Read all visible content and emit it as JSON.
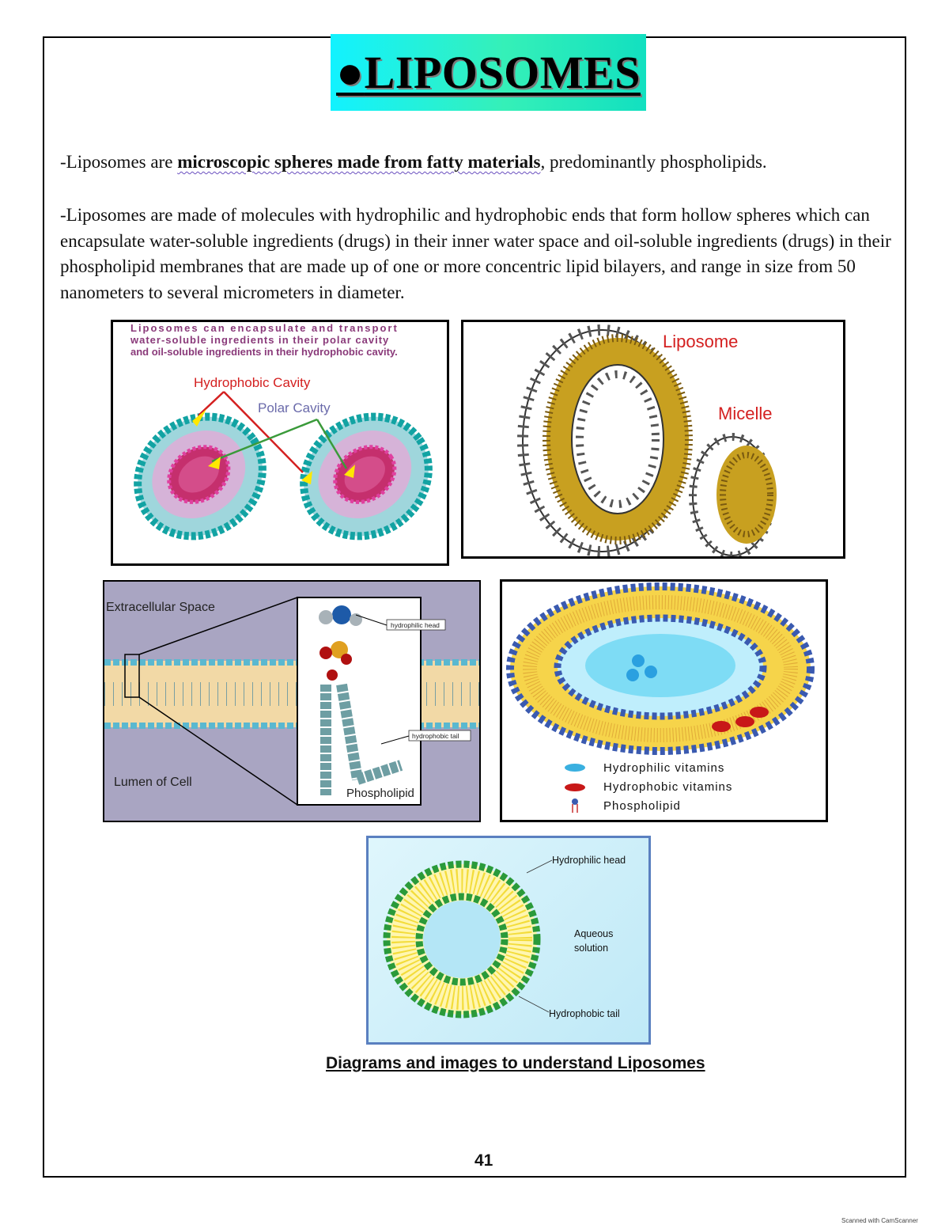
{
  "title": {
    "bullet": "●",
    "text": "LIPOSOMES"
  },
  "paragraph1": {
    "prefix": "-Liposomes are ",
    "highlight": "microscopic spheres made from fatty materials",
    "suffix": ", predominantly phospholipids."
  },
  "paragraph2": "-Liposomes are made of molecules with hydrophilic and hydrophobic ends that form hollow spheres which can encapsulate water-soluble ingredients (drugs)  in their inner water space and oil-soluble ingredients (drugs)  in their phospholipid membranes that are made up of one or more concentric lipid bilayers, and range in size from 50 nanometers to several micrometers in diameter.",
  "figure1": {
    "desc_line1": "Liposomes can encapsulate and transport",
    "desc_line2": "water-soluble ingredients in their polar cavity",
    "desc_line3": "and oil-soluble ingredients in their hydrophobic cavity.",
    "label_hydrophobic": "Hydrophobic Cavity",
    "label_polar": "Polar Cavity"
  },
  "figure2": {
    "label_liposome": "Liposome",
    "label_micelle": "Micelle"
  },
  "figure3": {
    "label_extracellular": "Extracellular Space",
    "label_lumen": "Lumen of Cell",
    "label_head": "hydrophilic head",
    "label_tail": "hydrophobic tail",
    "label_phospholipid": "Phospholipid"
  },
  "figure4": {
    "legend_hydrophilic": "Hydrophilic vitamins",
    "legend_hydrophobic": "Hydrophobic vitamins",
    "legend_phospholipid": "Phospholipid"
  },
  "figure5": {
    "label_head": "Hydrophilic head",
    "label_aqueous_1": "Aqueous",
    "label_aqueous_2": "solution",
    "label_tail": "Hydrophobic tail"
  },
  "caption": "Diagrams and images to understand Liposomes",
  "page_number": "41",
  "scanner_note": "Scanned with CamScanner",
  "colors": {
    "title_bg": "#18f0e0",
    "teal": "#1aa9a9",
    "magenta": "#c2185b",
    "gold": "#c8a020",
    "green": "#2a9a3a"
  }
}
